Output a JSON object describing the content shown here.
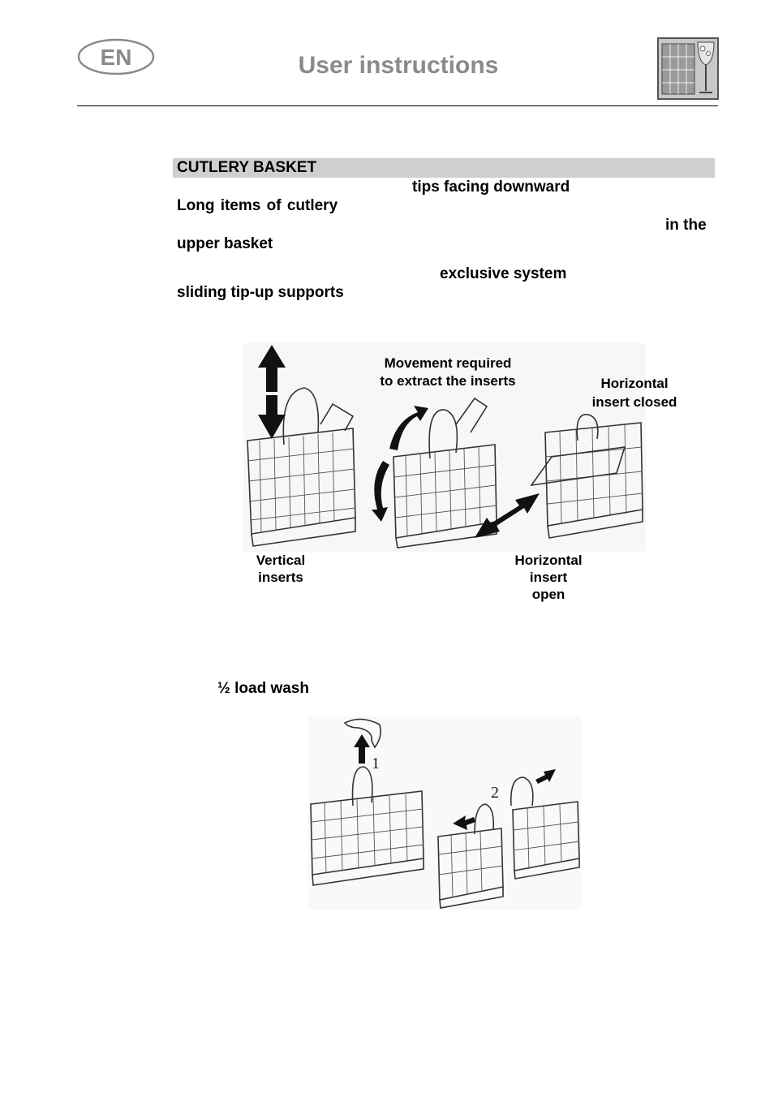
{
  "header": {
    "lang_badge": "EN",
    "title": "User instructions",
    "icon": "dishwasher-glass-icon"
  },
  "section": {
    "title": "CUTLERY BASKET",
    "fragments": {
      "tips": "tips facing downward",
      "long_items": "Long  items  of  cutlery",
      "in_the": "in  the",
      "upper_basket": "upper basket",
      "exclusive": "exclusive   system",
      "sliding": "sliding  tip-up  supports"
    }
  },
  "figure1": {
    "labels": {
      "movement": "Movement required\nto extract the inserts",
      "horiz_closed": "Horizontal\ninsert closed",
      "vertical": "Vertical\ninserts",
      "horiz_open": "Horizontal\ninsert\nopen"
    }
  },
  "half_load": {
    "title": "½ load wash"
  },
  "figure2": {
    "step1": "1",
    "step2": "2"
  }
}
